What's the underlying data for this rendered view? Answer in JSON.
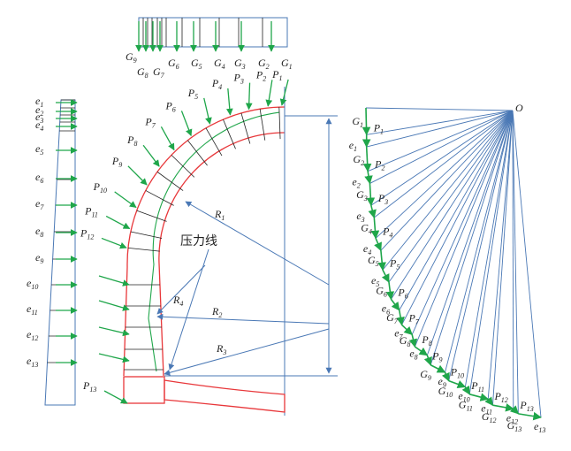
{
  "diagram": {
    "center_label": "O",
    "pressure_line_label": "压力线",
    "colors": {
      "green": "#1fa64a",
      "blue": "#4a78b5",
      "red": "#e8373a",
      "black": "#222222"
    },
    "top_gravity_labels": [
      {
        "b": "G",
        "s": "9"
      },
      {
        "b": "G",
        "s": "8"
      },
      {
        "b": "G",
        "s": "7"
      },
      {
        "b": "G",
        "s": "6"
      },
      {
        "b": "G",
        "s": "5"
      },
      {
        "b": "G",
        "s": "4"
      },
      {
        "b": "G",
        "s": "3"
      },
      {
        "b": "G",
        "s": "2"
      },
      {
        "b": "G",
        "s": "1"
      }
    ],
    "left_e_labels": [
      {
        "b": "e",
        "s": "1"
      },
      {
        "b": "e",
        "s": "2"
      },
      {
        "b": "e",
        "s": "3"
      },
      {
        "b": "e",
        "s": "4"
      },
      {
        "b": "e",
        "s": "5"
      },
      {
        "b": "e",
        "s": "6"
      },
      {
        "b": "e",
        "s": "7"
      },
      {
        "b": "e",
        "s": "8"
      },
      {
        "b": "e",
        "s": "9"
      },
      {
        "b": "e",
        "s": "10"
      },
      {
        "b": "e",
        "s": "11"
      },
      {
        "b": "e",
        "s": "12"
      },
      {
        "b": "e",
        "s": "13"
      }
    ],
    "arch_p_labels": [
      {
        "b": "P",
        "s": "1"
      },
      {
        "b": "P",
        "s": "2"
      },
      {
        "b": "P",
        "s": "3"
      },
      {
        "b": "P",
        "s": "4"
      },
      {
        "b": "P",
        "s": "5"
      },
      {
        "b": "P",
        "s": "6"
      },
      {
        "b": "P",
        "s": "7"
      },
      {
        "b": "P",
        "s": "8"
      },
      {
        "b": "P",
        "s": "9"
      },
      {
        "b": "P",
        "s": "10"
      },
      {
        "b": "P",
        "s": "11"
      },
      {
        "b": "P",
        "s": "12"
      },
      {
        "b": "P",
        "s": "13"
      }
    ],
    "radius_labels": [
      {
        "b": "R",
        "s": "1"
      },
      {
        "b": "R",
        "s": "2"
      },
      {
        "b": "R",
        "s": "3"
      },
      {
        "b": "R",
        "s": "4"
      }
    ],
    "polygon_p_labels": [
      {
        "b": "P",
        "s": "1"
      },
      {
        "b": "P",
        "s": "2"
      },
      {
        "b": "P",
        "s": "3"
      },
      {
        "b": "P",
        "s": "4"
      },
      {
        "b": "P",
        "s": "5"
      },
      {
        "b": "P",
        "s": "6"
      },
      {
        "b": "P",
        "s": "7"
      },
      {
        "b": "P",
        "s": "8"
      },
      {
        "b": "P",
        "s": "9"
      },
      {
        "b": "P",
        "s": "10"
      },
      {
        "b": "P",
        "s": "11"
      },
      {
        "b": "P",
        "s": "12"
      },
      {
        "b": "P",
        "s": "13"
      }
    ],
    "polygon_g_labels": [
      {
        "b": "G",
        "s": "1"
      },
      {
        "b": "G",
        "s": "2"
      },
      {
        "b": "G",
        "s": "3"
      },
      {
        "b": "G",
        "s": "4"
      },
      {
        "b": "G",
        "s": "5"
      },
      {
        "b": "G",
        "s": "6"
      },
      {
        "b": "G",
        "s": "7"
      },
      {
        "b": "G",
        "s": "8"
      },
      {
        "b": "G",
        "s": "9"
      },
      {
        "b": "G",
        "s": "10"
      },
      {
        "b": "G",
        "s": "11"
      },
      {
        "b": "G",
        "s": "12"
      },
      {
        "b": "G",
        "s": "13"
      }
    ],
    "polygon_e_labels": [
      {
        "b": "e",
        "s": "1"
      },
      {
        "b": "e",
        "s": "2"
      },
      {
        "b": "e",
        "s": "3"
      },
      {
        "b": "e",
        "s": "4"
      },
      {
        "b": "e",
        "s": "5"
      },
      {
        "b": "e",
        "s": "6"
      },
      {
        "b": "e",
        "s": "7"
      },
      {
        "b": "e",
        "s": "8"
      },
      {
        "b": "e",
        "s": "9"
      },
      {
        "b": "e",
        "s": "10"
      },
      {
        "b": "e",
        "s": "11"
      },
      {
        "b": "e",
        "s": "12"
      },
      {
        "b": "e",
        "s": "13"
      }
    ]
  }
}
